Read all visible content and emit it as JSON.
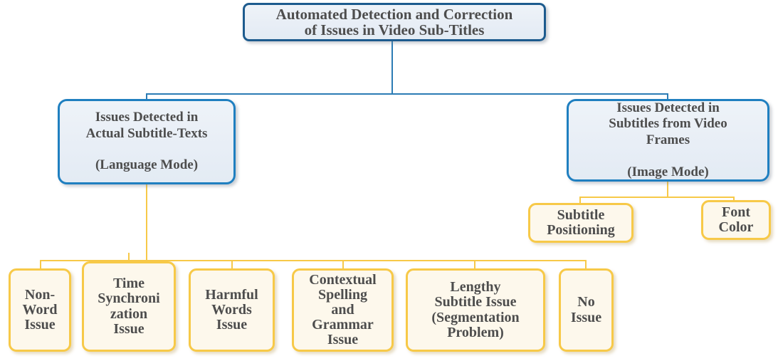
{
  "diagram": {
    "type": "hierarchy-tree",
    "title": "Automated Detection and Correction of Issues in Video Sub-Titles",
    "colors": {
      "root_border": "#1d5b8e",
      "level2_border": "#1f7fc0",
      "blue_fill": "#e8eef6",
      "leaf_border": "#f7c948",
      "leaf_fill": "#fdf8ec",
      "text": "#4d4d4d",
      "blue_connector": "#2b7cb5",
      "gold_connector": "#f7c948"
    },
    "root": {
      "label": "Automated Detection and Correction\nof Issues in Video Sub-Titles"
    },
    "branches": [
      {
        "id": "language-mode",
        "label": "Issues Detected in\nActual Subtitle-Texts\n\n(Language Mode)",
        "children": [
          {
            "id": "non-word-issue",
            "label": "Non-\nWord\nIssue"
          },
          {
            "id": "time-synchronization-issue",
            "label": "Time\nSynchroni\nzation\nIssue"
          },
          {
            "id": "harmful-words-issue",
            "label": "Harmful\nWords\nIssue"
          },
          {
            "id": "contextual-spelling-and-grammar-issue",
            "label": "Contextual\nSpelling\nand\nGrammar\nIssue"
          },
          {
            "id": "lengthy-subtitle-issue",
            "label": "Lengthy\nSubtitle Issue\n(Segmentation\nProblem)"
          },
          {
            "id": "no-issue",
            "label": "No\nIssue"
          }
        ]
      },
      {
        "id": "image-mode",
        "label": "Issues Detected in\nSubtitles from Video\nFrames\n\n(Image Mode)",
        "children": [
          {
            "id": "subtitle-positioning",
            "label": "Subtitle\nPositioning"
          },
          {
            "id": "font-color",
            "label": "Font\nColor"
          }
        ]
      }
    ]
  }
}
